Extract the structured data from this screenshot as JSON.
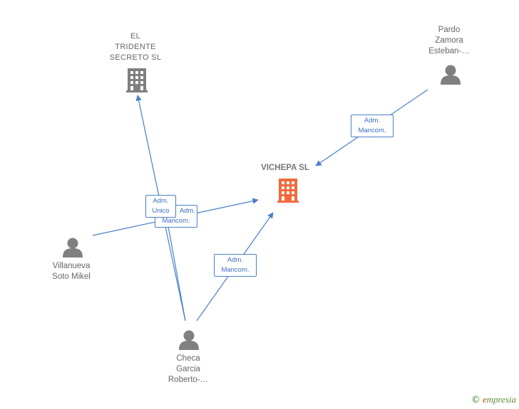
{
  "colors": {
    "edge": "#4a7fc9",
    "person": "#808080",
    "company": "#808080",
    "focus_company": "#f26a3d",
    "label": "#666666"
  },
  "nodes": {
    "el_tridente": {
      "label": "EL\nTRIDENTE\nSECRETO  SL",
      "icon": "building-icon"
    },
    "vichepa": {
      "label": "VICHEPA  SL",
      "icon": "building-icon"
    },
    "pardo": {
      "label": "Pardo\nZamora\nEsteban-…",
      "icon": "person-icon"
    },
    "villanueva": {
      "label": "Villanueva\nSoto Mikel",
      "icon": "person-icon"
    },
    "checa": {
      "label": "Checa\nGarcia\nRoberto-…",
      "icon": "person-icon"
    }
  },
  "edges": {
    "pardo_vichepa": {
      "line1": "Adm.",
      "line2": "Mancom."
    },
    "villanueva_vichepa": {
      "line1": "Adm.",
      "line2": "Mancom."
    },
    "checa_tridente": {
      "line1": "Adm.",
      "line2": "Unico"
    },
    "checa_vichepa": {
      "line1": "Adm.",
      "line2": "Mancom."
    }
  },
  "footer": {
    "copyright": "©",
    "brand_first": "e",
    "brand_rest": "mpresia"
  }
}
